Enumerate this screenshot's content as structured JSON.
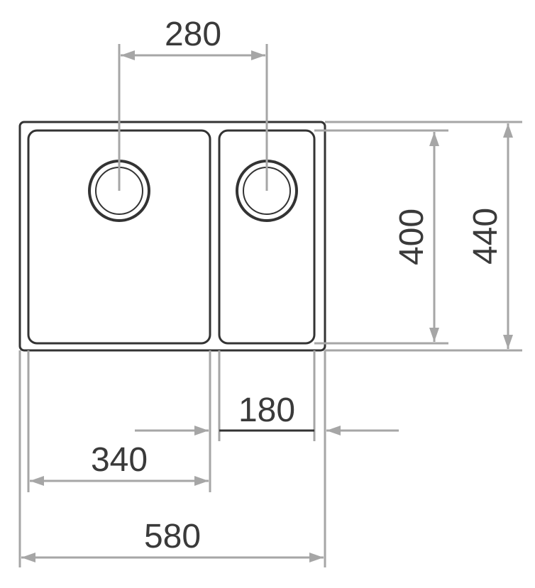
{
  "dimensions": {
    "drain_spacing": "280",
    "bowl_depth": "400",
    "overall_depth": "440",
    "small_bowl_width": "180",
    "large_bowl_width": "340",
    "overall_width": "580"
  },
  "colors": {
    "outline": "#333333",
    "dimension_line": "#a6a6a6",
    "text": "#3a3a3a"
  }
}
